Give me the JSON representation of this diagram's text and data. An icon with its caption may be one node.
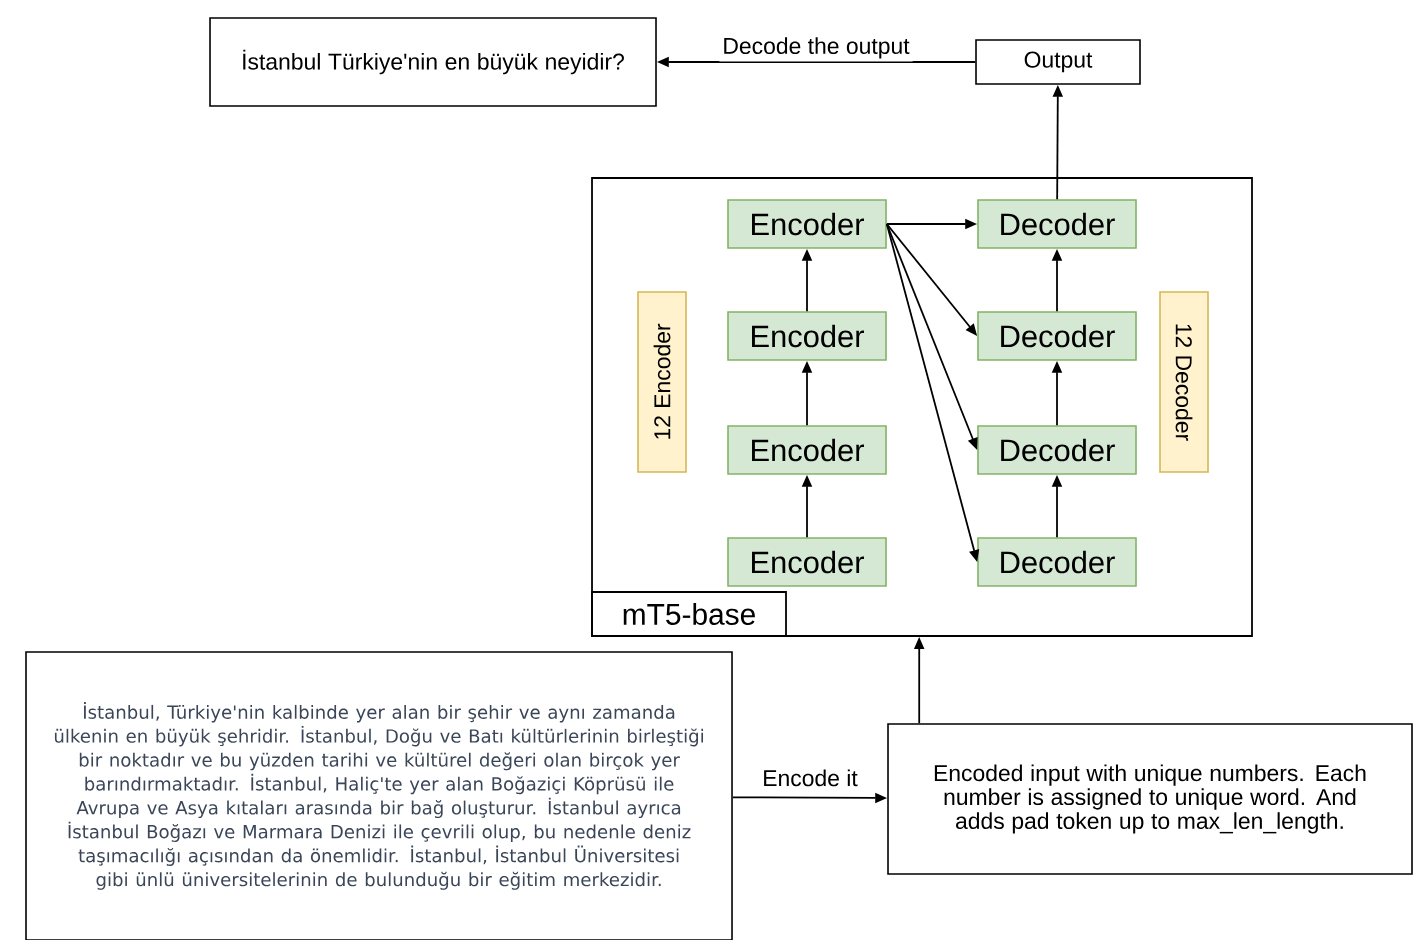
{
  "diagram": {
    "nodes": [
      {
        "text": [
          "İstanbul Türkiye'nin en büyük neyidir?"
        ]
      },
      {
        "text": [
          "Output"
        ]
      },
      {
        "text": [
          "mT5-base"
        ]
      },
      {
        "text": [
          "Encoder"
        ],
        "in": 2
      },
      {
        "text": [
          "Encoder"
        ],
        "in": 2
      },
      {
        "text": [
          "Encoder"
        ],
        "in": 2
      },
      {
        "text": [
          "Encoder"
        ],
        "in": 2
      },
      {
        "text": [
          "Decoder"
        ],
        "in": 2
      },
      {
        "text": [
          "Decoder"
        ],
        "in": 2
      },
      {
        "text": [
          "Decoder"
        ],
        "in": 2
      },
      {
        "text": [
          "Decoder"
        ],
        "in": 2
      },
      {
        "text": [
          "12 Encoder"
        ],
        "in": 2
      },
      {
        "text": [
          "12 Decoder"
        ],
        "in": 2
      },
      {
        "text": [
          "İstanbul, Türkiye'nin kalbinde yer alan bir şehir ve aynı zamanda ülkenin en büyük şehridir. İstanbul, Doğu ve Batı kültürlerinin birleştiği bir noktadır ve bu yüzden tarihi ve kültürel değeri olan birçok yer barındırmaktadır. İstanbul, Haliç'te yer alan Boğaziçi Köprüsü ile Avrupa ve Asya kıtaları arasında bir bağ oluşturur. İstanbul ayrıca İstanbul Boğazı ve Marmara Denizi ile çevrili olup, bu nedenle deniz taşımacılığı açısından da önemlidir. İstanbul, İstanbul Üniversitesi gibi ünlü üniversitelerinin de bulunduğu bir eğitim merkezidir."
        ]
      },
      {
        "text": [
          "Encoded input with unique numbers. Each number is assigned to unique word. And adds pad token up to max_len_length."
        ]
      }
    ],
    "edges": [
      {
        "from": 1,
        "to": 0,
        "arrow": "to",
        "label": "Decode the output"
      },
      {
        "from": 7,
        "to": 1,
        "arrow": "to"
      },
      {
        "from": 6,
        "to": 5,
        "arrow": "to"
      },
      {
        "from": 5,
        "to": 4,
        "arrow": "to"
      },
      {
        "from": 4,
        "to": 3,
        "arrow": "to"
      },
      {
        "from": 3,
        "to": 7,
        "arrow": "to"
      },
      {
        "from": 3,
        "to": 8,
        "arrow": "to"
      },
      {
        "from": 3,
        "to": 9,
        "arrow": "to"
      },
      {
        "from": 3,
        "to": 10,
        "arrow": "to"
      },
      {
        "from": 10,
        "to": 9,
        "arrow": "to"
      },
      {
        "from": 9,
        "to": 8,
        "arrow": "to"
      },
      {
        "from": 8,
        "to": 7,
        "arrow": "to"
      },
      {
        "from": 13,
        "to": 14,
        "arrow": "to",
        "label": "Encode it"
      },
      {
        "from": 14,
        "to": 2,
        "arrow": "to"
      }
    ]
  }
}
